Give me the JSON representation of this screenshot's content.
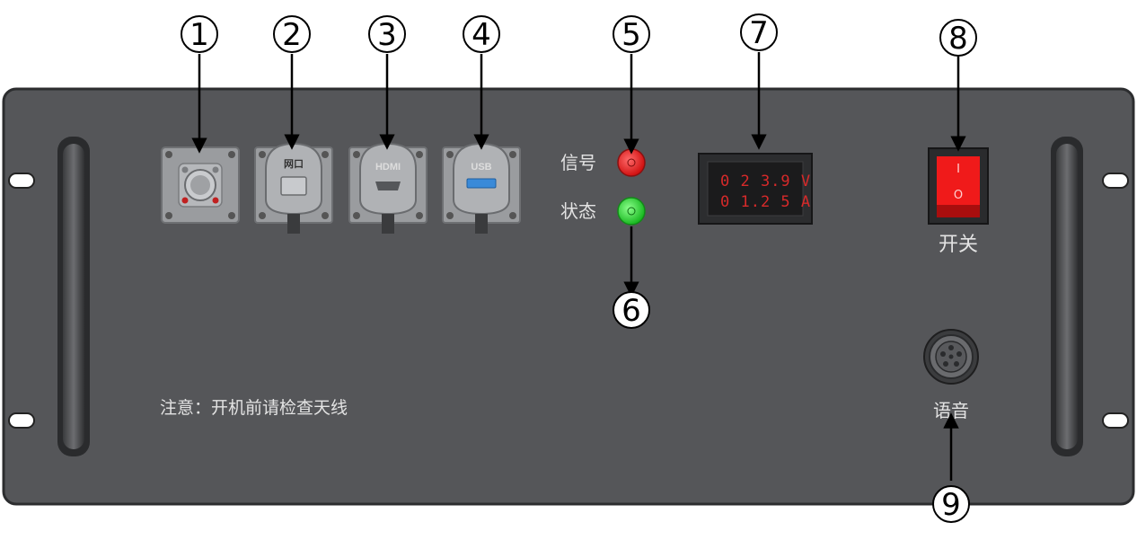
{
  "callouts": [
    "1",
    "2",
    "3",
    "4",
    "5",
    "6",
    "7",
    "8",
    "9"
  ],
  "ports": {
    "ethernet_label": "网口",
    "hdmi_label": "HDMI",
    "usb_label": "USB"
  },
  "indicators": {
    "signal_label": "信号",
    "status_label": "状态",
    "signal_color": "#e02020",
    "status_color": "#22c92a"
  },
  "meter": {
    "voltage": "0 2 3.9 V",
    "current": "0 1.2 5 A"
  },
  "power_switch": {
    "label": "开关",
    "on_symbol": "I",
    "off_symbol": "O"
  },
  "voice_port_label": "语音",
  "notice": "注意：开机前请检查天线",
  "colors": {
    "panel": "#555659",
    "panel_edge": "#2c2d2f"
  }
}
